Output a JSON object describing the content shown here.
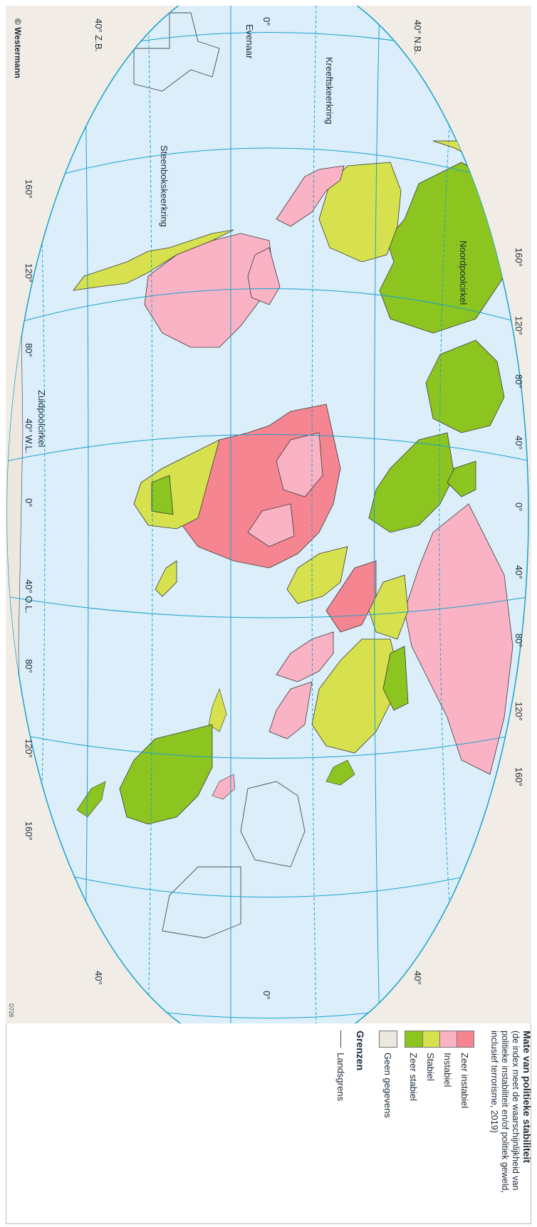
{
  "map": {
    "credit": "© Westermann",
    "code": "D728",
    "lines": {
      "evenaar": "Evenaar",
      "kreeftskeerkring": "Kreeftskeerkring",
      "steenbokskeerkring": "Steenbokskeerkring",
      "noordpoolcirkel": "Noordpoolcirkel",
      "zuidpoolcirkel": "Zuidpoolcirkel"
    },
    "latitude_labels": [
      "40° N.B.",
      "0°",
      "40° Z.B.",
      "40°",
      "0°",
      "40°"
    ],
    "longitude_labels_top": [
      "160°",
      "120°",
      "80°",
      "40°",
      "0°",
      "40°",
      "80°",
      "120°",
      "160°"
    ],
    "longitude_labels_bottom": [
      "160°",
      "120°",
      "80°",
      "40° W.L.",
      "0°",
      "40° O.L.",
      "80°",
      "120°",
      "160°"
    ]
  },
  "legend": {
    "title": "Mate van politieke stabiliteit",
    "description": "(de index meet de waarschijnlijkheid van politieke instabiliteit en/of politiek geweld, inclusief terrorisme, 2019)",
    "items": [
      {
        "label": "Zeer instabiel",
        "color": "#f48591"
      },
      {
        "label": "Instabiel",
        "color": "#f9b3c4"
      },
      {
        "label": "Stabiel",
        "color": "#d6e14d"
      },
      {
        "label": "Zeer stabiel",
        "color": "#8cc420"
      },
      {
        "label": "Geen gegevens",
        "color": "#ece7df"
      }
    ],
    "borders_title": "Grenzen",
    "borders_item": "Landsgrens"
  },
  "colors": {
    "ocean": "#dbeefa",
    "graticule": "#1aa2cc",
    "outside": "#f1ede6",
    "border": "#3b3b3b"
  }
}
